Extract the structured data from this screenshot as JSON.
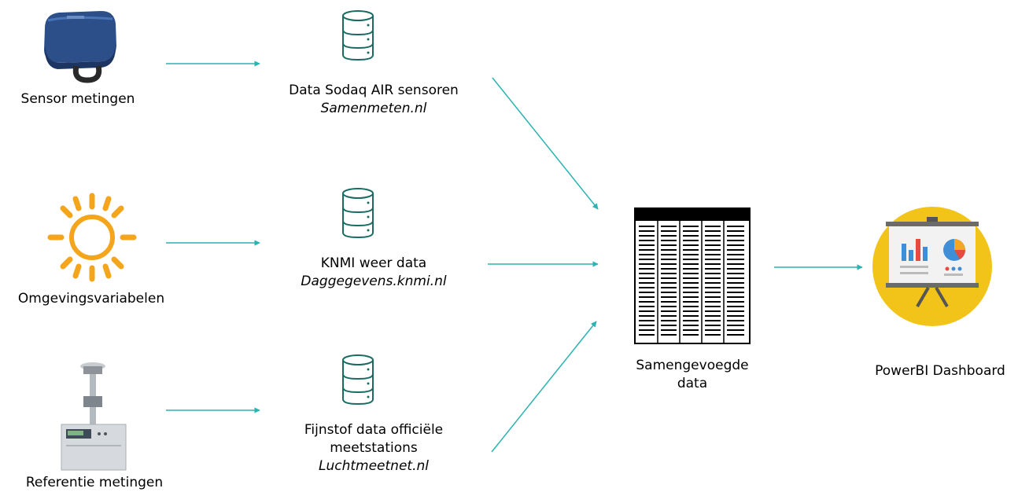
{
  "sources": [
    {
      "label": "Sensor metingen",
      "icon": "sensor-device-icon"
    },
    {
      "label": "Omgevingsvariabelen",
      "icon": "sun-icon"
    },
    {
      "label": "Referentie metingen",
      "icon": "reference-station-icon"
    }
  ],
  "databases": [
    {
      "line1": "Data Sodaq AIR sensoren",
      "url": "Samenmeten.nl",
      "icon": "database-icon"
    },
    {
      "line1": "KNMI weer data",
      "url": "Daggegevens.knmi.nl",
      "icon": "database-icon"
    },
    {
      "line1": "Fijnstof data officiële",
      "line2": "meetstations",
      "url": "Luchtmeetnet.nl",
      "icon": "database-icon"
    }
  ],
  "merged": {
    "line1": "Samengevoegde",
    "line2": "data",
    "icon": "table-icon"
  },
  "dashboard": {
    "label": "PowerBI Dashboard",
    "icon": "presentation-board-icon"
  },
  "colors": {
    "arrow": "#2ab3b1",
    "database": "#1a6b62",
    "sun": "#f4a51c",
    "dashboard_circle": "#f2c318"
  }
}
